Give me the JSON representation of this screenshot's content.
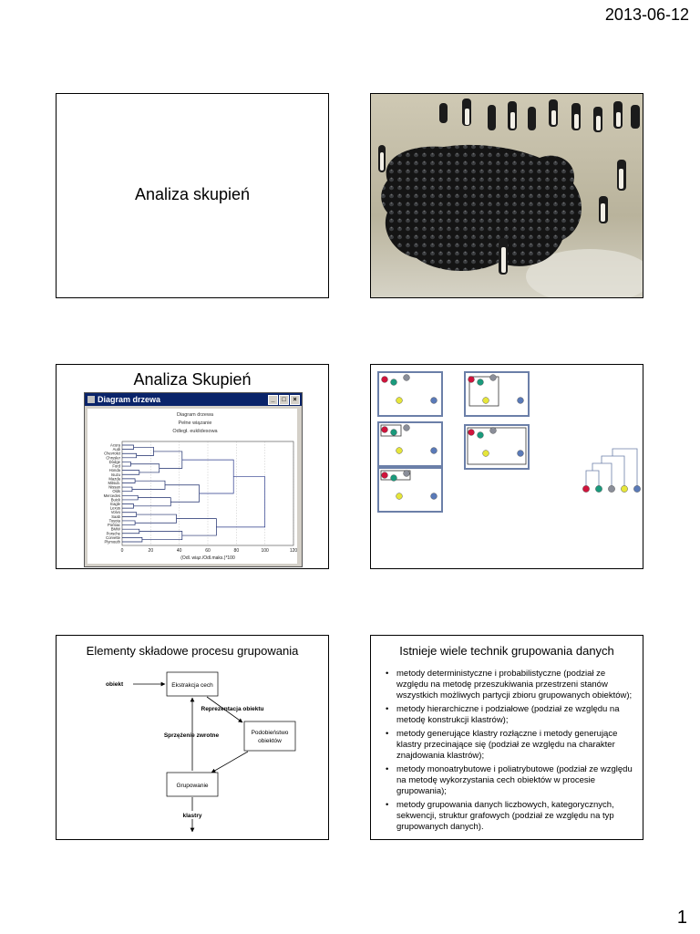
{
  "header": {
    "date": "2013-06-12"
  },
  "footer": {
    "page_number": "1"
  },
  "slide1": {
    "title": "Analiza skupień"
  },
  "slide3": {
    "title": "Analiza Skupień",
    "window": {
      "title": "Diagram drzewa",
      "inner_title_lines": [
        "Diagram drzewa",
        "Pełne wiązanie",
        "Odległ. euklidesowa"
      ],
      "leaf_labels": [
        "Acura",
        "Audi",
        "Chevrolet",
        "Chrysler",
        "Dodge",
        "Ford",
        "Honda",
        "Isuzu",
        "Mazda",
        "Mitsub.",
        "Nissan",
        "Olds",
        "Mercedes",
        "Buick",
        "Eagle",
        "Lexus",
        "Volvo",
        "Saab",
        "Toyota",
        "Pontiac",
        "BMW",
        "Porsche",
        "Corvette",
        "Plymouth"
      ],
      "axis_ticks": [
        "0",
        "20",
        "40",
        "60",
        "80",
        "100",
        "120"
      ],
      "axis_label": "(Odl. wiąz./Odl.maks.)*100"
    }
  },
  "slide4": {
    "colors": {
      "red": "#d0143c",
      "green": "#1a9a7c",
      "grey": "#8a8e99",
      "yellow": "#e6e63a",
      "blue": "#5a7ab8"
    }
  },
  "slide5": {
    "title": "Elementy składowe procesu grupowania",
    "labels": {
      "object": "obiekt",
      "feature_extraction": "Ekstrakcja cech",
      "object_representation": "Reprezentacja obiektu",
      "feedback": "Sprzężenie zwrotne",
      "similarity_line1": "Podobieństwo",
      "similarity_line2": "obiektów",
      "grouping": "Grupowanie",
      "clusters": "klastry"
    }
  },
  "slide6": {
    "title": "Istnieje wiele technik grupowania danych",
    "items": [
      "metody deterministyczne i probabilistyczne (podział ze względu na metodę przeszukiwania przestrzeni stanów wszystkich możliwych partycji zbioru grupowanych obiektów);",
      "metody hierarchiczne i  podziałowe (podział ze względu na metodę konstrukcji klastrów);",
      "metody generujące klastry rozłączne i metody generujące klastry przecinające się (podział ze względu na charakter znajdowania klastrów);",
      "metody monoatrybutowe i poliatrybutowe (podział ze względu na metodę wykorzystania cech obiektów w procesie grupowania);",
      "metody grupowania danych liczbowych, kategorycznych, sekwencji, struktur grafowych (podział ze względu na typ grupowanych danych)."
    ]
  }
}
